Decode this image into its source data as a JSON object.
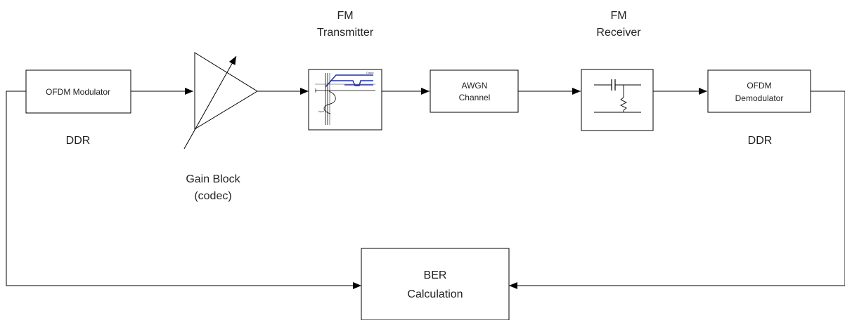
{
  "blocks": {
    "ofdm_mod": {
      "label": "OFDM Modulator",
      "caption": "DDR"
    },
    "gain": {
      "caption_line1": "Gain Block",
      "caption_line2": "(codec)"
    },
    "fm_tx": {
      "title_line1": "FM",
      "title_line2": "Transmitter",
      "icon_label_output": "Output",
      "icon_label_input": "Input"
    },
    "awgn": {
      "line1": "AWGN",
      "line2": "Channel"
    },
    "fm_rx": {
      "title_line1": "FM",
      "title_line2": "Receiver"
    },
    "ofdm_demod": {
      "line1": "OFDM",
      "line2": "Demodulator",
      "caption": "DDR"
    },
    "ber": {
      "line1": "BER",
      "line2": "Calculation"
    }
  },
  "colors": {
    "line": "#000000",
    "text": "#222222",
    "signal": "#1f2fb0"
  }
}
